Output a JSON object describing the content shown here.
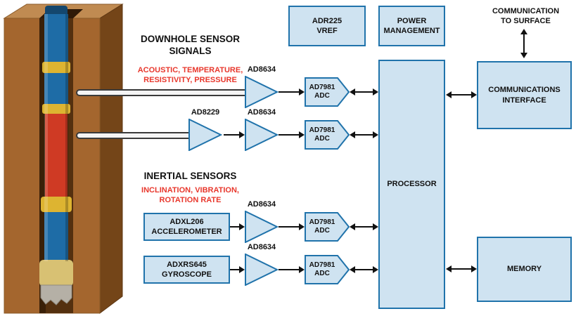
{
  "diagram": {
    "sections": {
      "downhole_title": "DOWNHOLE SENSOR\nSIGNALS",
      "downhole_signals": "ACOUSTIC, TEMPERATURE,\nRESISTIVITY, PRESSURE",
      "inertial_title": "INERTIAL SENSORS",
      "inertial_signals": "INCLINATION, VIBRATION,\nROTATION RATE",
      "comm_to_surface": "COMMUNICATION\nTO SURFACE"
    },
    "amps": [
      "AD8634",
      "AD8229",
      "AD8634",
      "AD8634",
      "AD8634"
    ],
    "adcs": [
      "AD7981\nADC",
      "AD7981\nADC",
      "AD7981\nADC",
      "AD7981\nADC"
    ],
    "blocks": {
      "vref": "ADR225\nVREF",
      "power": "POWER\nMANAGEMENT",
      "processor": "PROCESSOR",
      "comms_interface": "COMMUNICATIONS\nINTERFACE",
      "memory": "MEMORY",
      "accelerometer": "ADXL206\nACCELEROMETER",
      "gyroscope": "ADXRS645\nGYROSCOPE"
    },
    "colors": {
      "block_fill": "#cfe3f1",
      "block_border": "#2073ab",
      "accent_red": "#e8372c",
      "arrow": "#111111"
    }
  }
}
